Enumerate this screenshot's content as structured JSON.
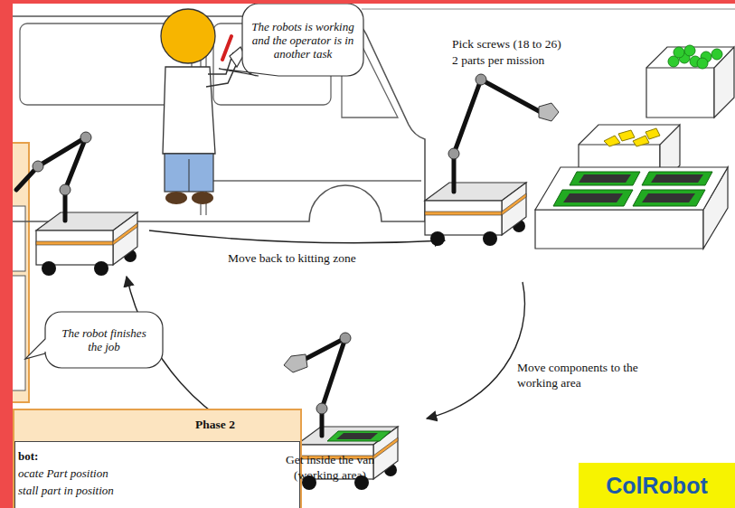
{
  "diagram": {
    "nodes": [
      {
        "text": [
          "The robots is working and the operator is in another task"
        ]
      },
      {
        "text": [
          "The robot finishes the job"
        ]
      },
      {
        "text": [
          "Phase 2"
        ]
      },
      {
        "text": [
          "bot:",
          "ocate Part position",
          "stall part in position"
        ],
        "in": 2
      },
      {
        "text": [
          "ColRobot"
        ]
      }
    ],
    "labels": [
      "Pick screws (18 to 26)",
      "2 parts per mission",
      "Move back to kitting zone",
      "Move components to the working area",
      "Get inside the van (working area)"
    ]
  }
}
